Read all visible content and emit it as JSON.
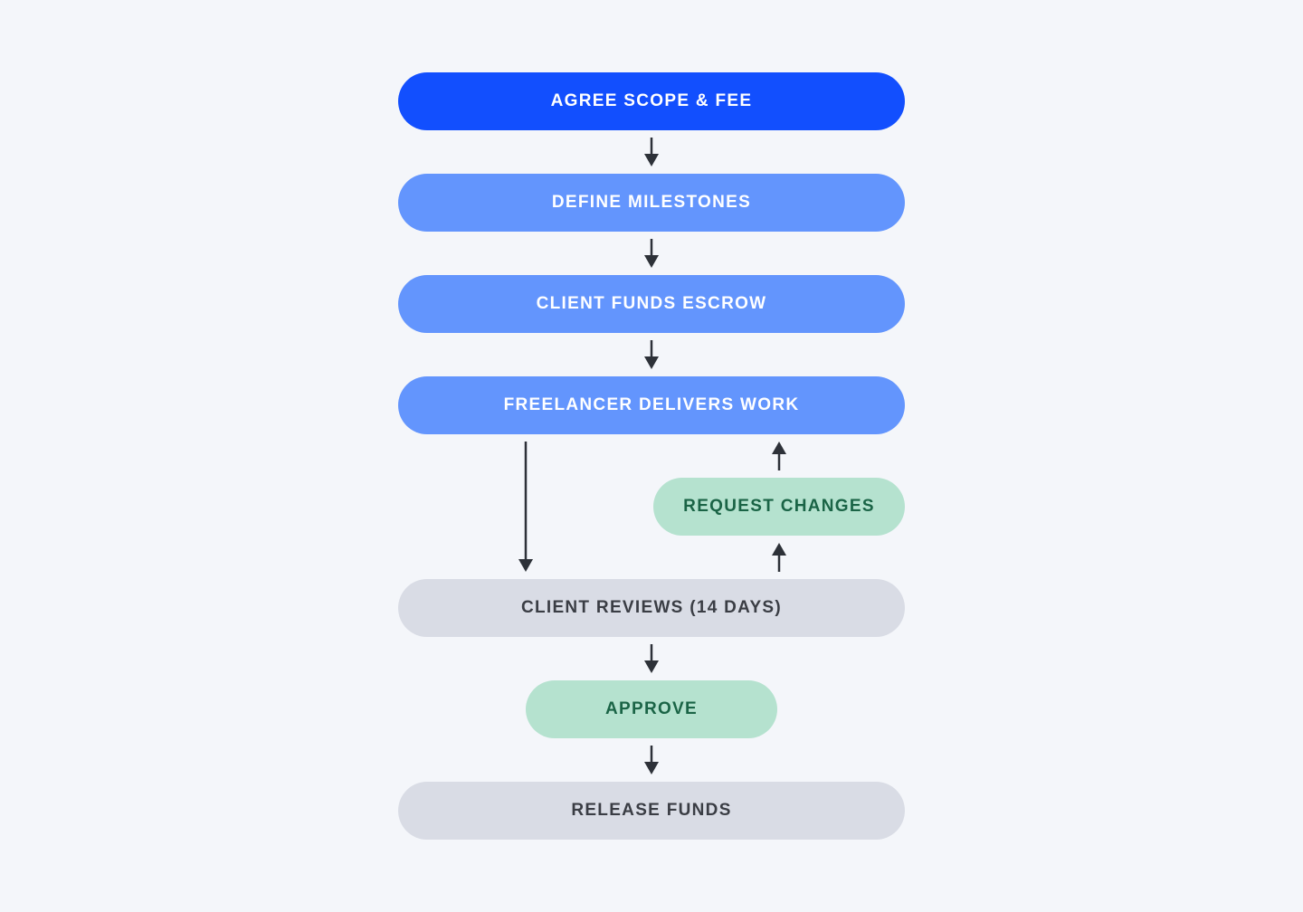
{
  "diagram": {
    "nodes": {
      "agree": "AGREE SCOPE & FEE",
      "define": "DEFINE MILESTONES",
      "funds": "CLIENT FUNDS ESCROW",
      "deliver": "FREELANCER DELIVERS WORK",
      "request": "REQUEST CHANGES",
      "review": "CLIENT REVIEWS (14 DAYS)",
      "approve": "APPROVE",
      "release": "RELEASE FUNDS"
    },
    "colors": {
      "background": "#f4f6fa",
      "primary": "#124ffe",
      "blue": "#6395fd",
      "green_fill": "#b5e2cf",
      "green_text": "#1a6446",
      "gray_fill": "#d9dce5",
      "gray_text": "#3a3d44",
      "arrow": "#2d3138"
    },
    "edges": [
      {
        "from": "agree",
        "to": "define"
      },
      {
        "from": "define",
        "to": "funds"
      },
      {
        "from": "funds",
        "to": "deliver"
      },
      {
        "from": "deliver",
        "to": "review"
      },
      {
        "from": "review",
        "to": "request"
      },
      {
        "from": "request",
        "to": "deliver"
      },
      {
        "from": "review",
        "to": "approve"
      },
      {
        "from": "approve",
        "to": "release"
      }
    ]
  }
}
